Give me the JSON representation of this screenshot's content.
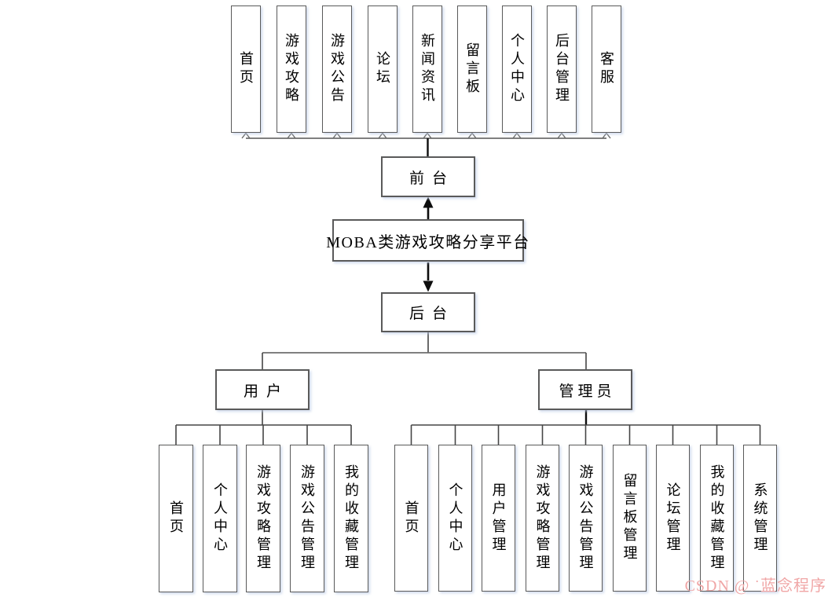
{
  "platform": {
    "title": "MOBA类游戏攻略分享平台"
  },
  "frontend": {
    "label": "前台",
    "items": [
      "首页",
      "游戏攻略",
      "游戏公告",
      "论坛",
      "新闻资讯",
      "留言板",
      "个人中心",
      "后台管理",
      "客服"
    ]
  },
  "backend": {
    "label": "后台"
  },
  "user": {
    "label": "用户",
    "items": [
      "首页",
      "个人中心",
      "游戏攻略管理",
      "游戏公告管理",
      "我的收藏管理"
    ]
  },
  "admin": {
    "label": "管理员",
    "items": [
      "首页",
      "个人中心",
      "用户管理",
      "游戏攻略管理",
      "游戏公告管理",
      "留言板管理",
      "论坛管理",
      "我的收藏管理",
      "系统管理"
    ]
  },
  "watermark": {
    "text": "CSDN @ ˙蓝念程序",
    "color": "#f0a6a6"
  },
  "colors": {
    "background": "#ffffff",
    "box_border": "#5a5a5a",
    "connector_line": "#6e6e6e",
    "branch_line": "#454545",
    "arrow": "#0d0d0d",
    "text": "#000000"
  }
}
